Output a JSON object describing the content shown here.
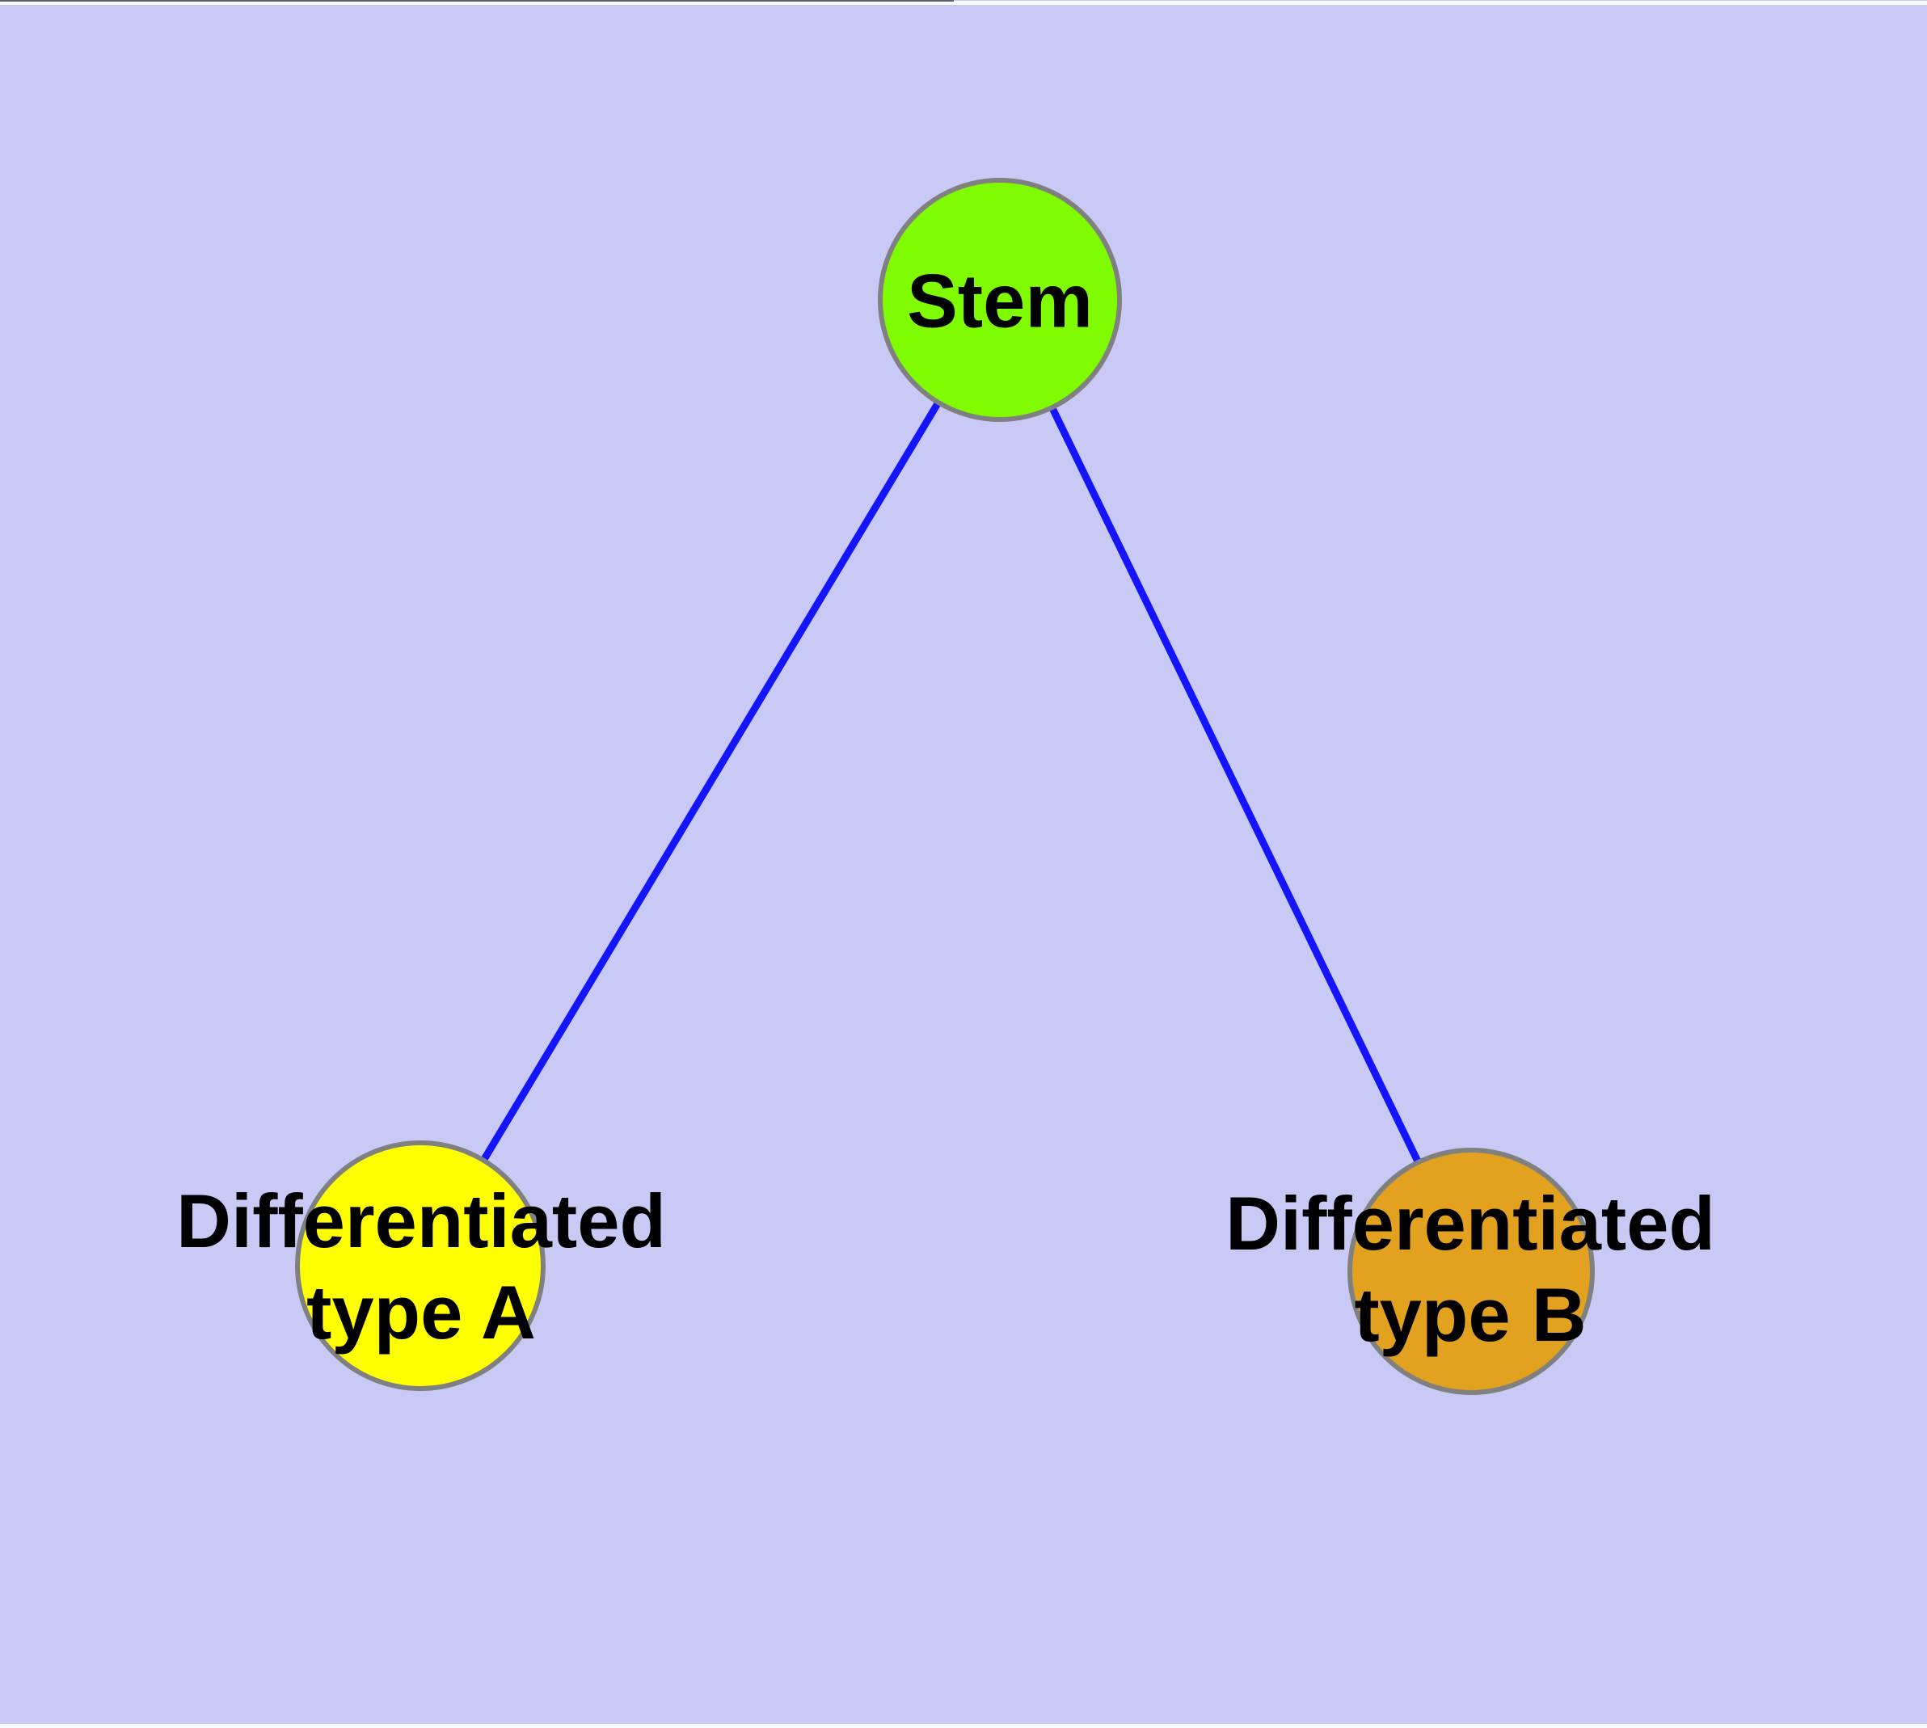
{
  "diagram": {
    "type": "node-link-graph",
    "background_color": "#c9c9f6",
    "edge_color": "#1414ff",
    "node_border_color": "#808080",
    "nodes": [
      {
        "id": "stem",
        "label": "Stem",
        "fill": "#80fc00"
      },
      {
        "id": "type-a",
        "label": "Differentiated\ntype A",
        "fill": "#ffff00"
      },
      {
        "id": "type-b",
        "label": "Differentiated\ntype B",
        "fill": "#e3a120"
      }
    ],
    "edges": [
      {
        "from": "Stem",
        "to": "Differentiated type A"
      },
      {
        "from": "Stem",
        "to": "Differentiated type B"
      }
    ]
  }
}
